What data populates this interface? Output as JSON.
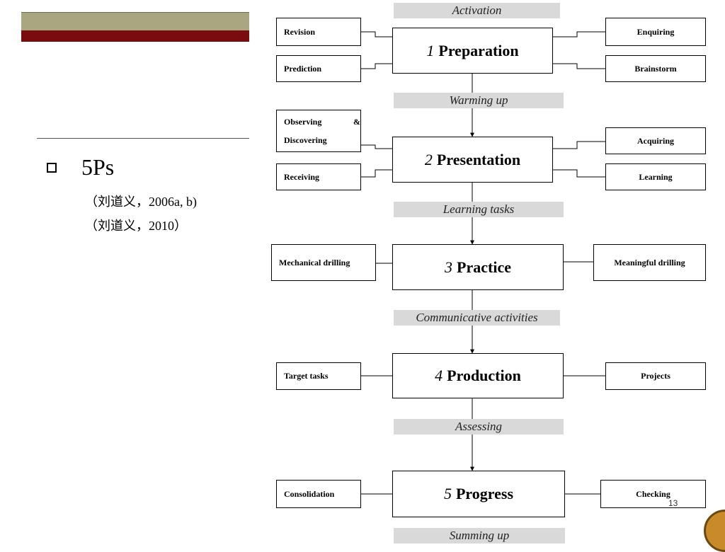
{
  "slide": {
    "bullet": "5Ps",
    "citation_1": "（刘道义，2006a, b)",
    "citation_2": "（刘道义，2010）",
    "page_number": "13"
  },
  "diagram": {
    "connectors": {
      "activation": "Activation",
      "warming_up": "Warming up",
      "learning_tasks": "Learning tasks",
      "communicative_activities": "Communicative activities",
      "assessing": "Assessing",
      "summing_up": "Summing up"
    },
    "stages": [
      {
        "num": "1",
        "name": "Preparation",
        "left": [
          "Revision",
          "Prediction"
        ],
        "right": [
          "Enquiring",
          "Brainstorm"
        ]
      },
      {
        "num": "2",
        "name": "Presentation",
        "left": [
          "Observing & Discovering",
          "Receiving"
        ],
        "right": [
          "Acquiring",
          "Learning"
        ]
      },
      {
        "num": "3",
        "name": "Practice",
        "left": [
          "Mechanical drilling"
        ],
        "right": [
          "Meaningful drilling"
        ]
      },
      {
        "num": "4",
        "name": "Production",
        "left": [
          "Target tasks"
        ],
        "right": [
          "Projects"
        ]
      },
      {
        "num": "5",
        "name": "Progress",
        "left": [
          "Consolidation"
        ],
        "right": [
          "Checking"
        ]
      }
    ]
  }
}
